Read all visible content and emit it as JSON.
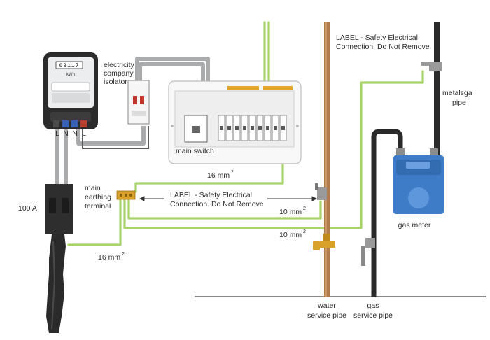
{
  "meter": {
    "reading": "03117",
    "unit": "kWh",
    "terminals": [
      "L",
      "N",
      "N",
      "L"
    ]
  },
  "labels": {
    "isolator": [
      "electricity",
      "company",
      "isolator"
    ],
    "main_switch": "main switch",
    "mm16_upper": "16 mm",
    "mm16_lower": "16 mm",
    "mm10_upper": "10 mm",
    "mm10_lower": "10 mm",
    "squared": "2",
    "earthing_terminal": [
      "main",
      "earthing",
      "terminal"
    ],
    "fuse": "100 A",
    "label_center": [
      "LABEL - Safety Electrical",
      "Connection. Do Not Remove"
    ],
    "label_top": [
      "LABEL - Safety Electrical",
      "Connection. Do Not Remove"
    ],
    "metal_gas_pipe": [
      "metalsga",
      "pipe"
    ],
    "gas_meter": "gas meter",
    "water_pipe": [
      "water",
      "service pipe"
    ],
    "gas_pipe": [
      "gas",
      "service pipe"
    ]
  },
  "colors": {
    "earth_wire": "#a8d26a",
    "water_pipe": "#b07a4a",
    "gas_meter": "#3f7cc7",
    "label_strip": "#e1a52a"
  }
}
